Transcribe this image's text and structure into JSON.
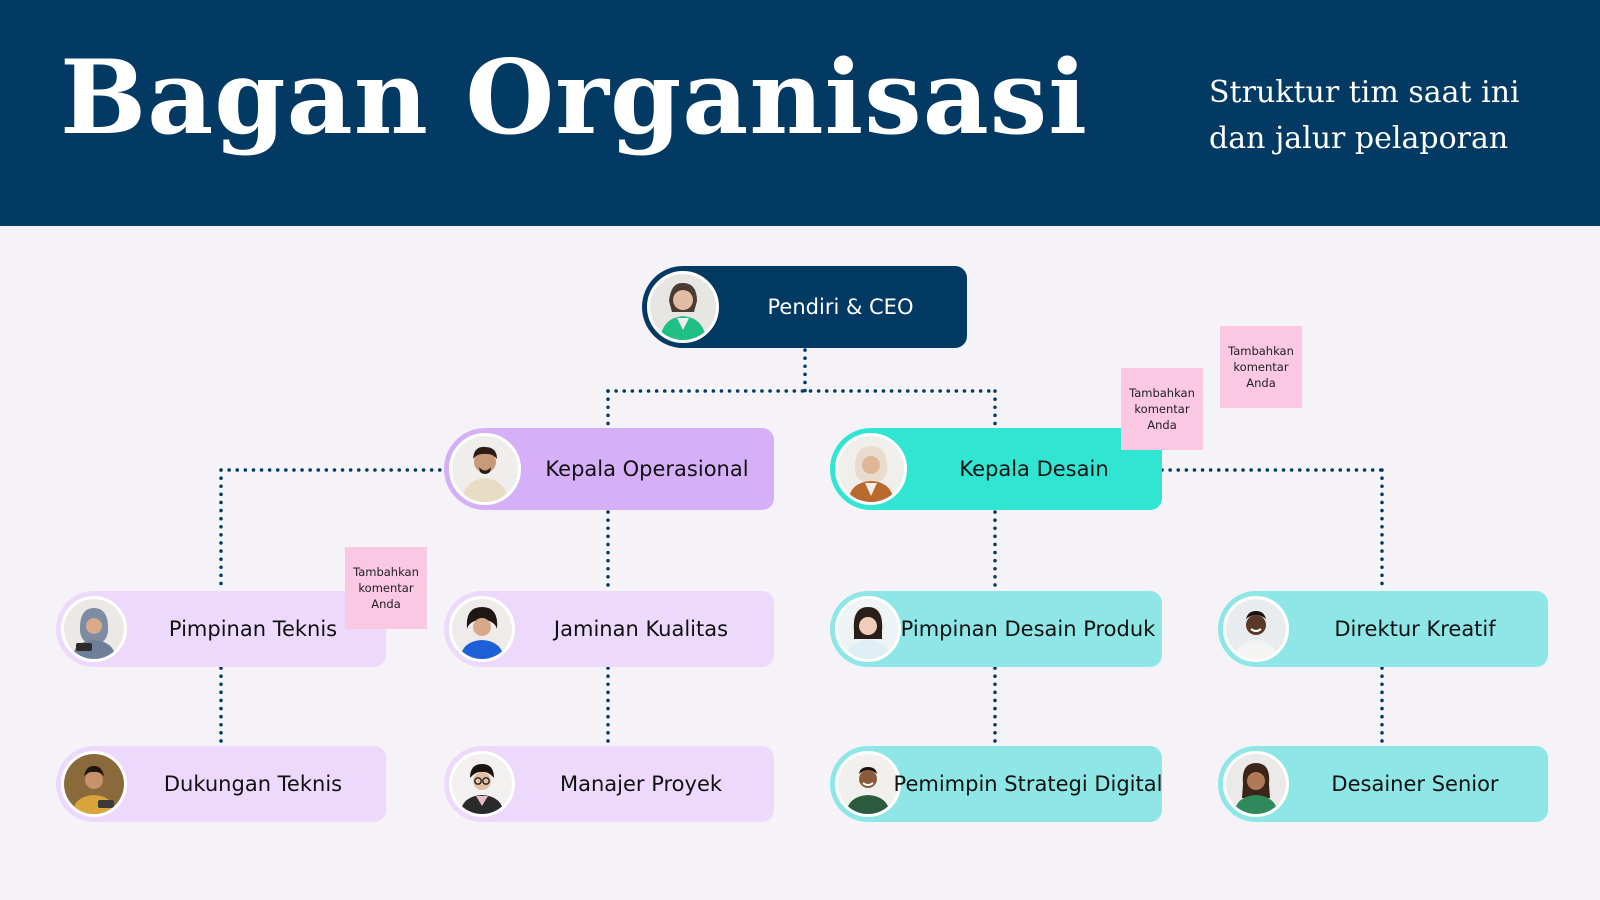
{
  "header": {
    "title": "Bagan Organisasi",
    "subtitle_line1": "Struktur tim saat ini",
    "subtitle_line2": "dan jalur pelaporan"
  },
  "colors": {
    "header_bg": "#023a63",
    "ceo_bg": "#023a63",
    "ops_head_bg": "#d5b0f8",
    "ops_team_bg": "#ecd9fb",
    "design_head_bg": "#30e6d2",
    "design_team_bg": "#8ee6e6",
    "note_bg": "#fbc8e4",
    "connector": "#023a63"
  },
  "nodes": {
    "ceo": "Pendiri & CEO",
    "ops_head": "Kepala Operasional",
    "design_head": "Kepala Desain",
    "tech_lead": "Pimpinan Teknis",
    "qa": "Jaminan Kualitas",
    "product_design_lead": "Pimpinan Desain Produk",
    "creative_director": "Direktur Kreatif",
    "tech_support": "Dukungan Teknis",
    "project_manager": "Manajer Proyek",
    "digital_strategy_lead": "Pemimpin Strategi Digital",
    "senior_designer": "Desainer Senior"
  },
  "comments": {
    "text_line1": "Tambahkan",
    "text_line2": "komentar Anda"
  }
}
